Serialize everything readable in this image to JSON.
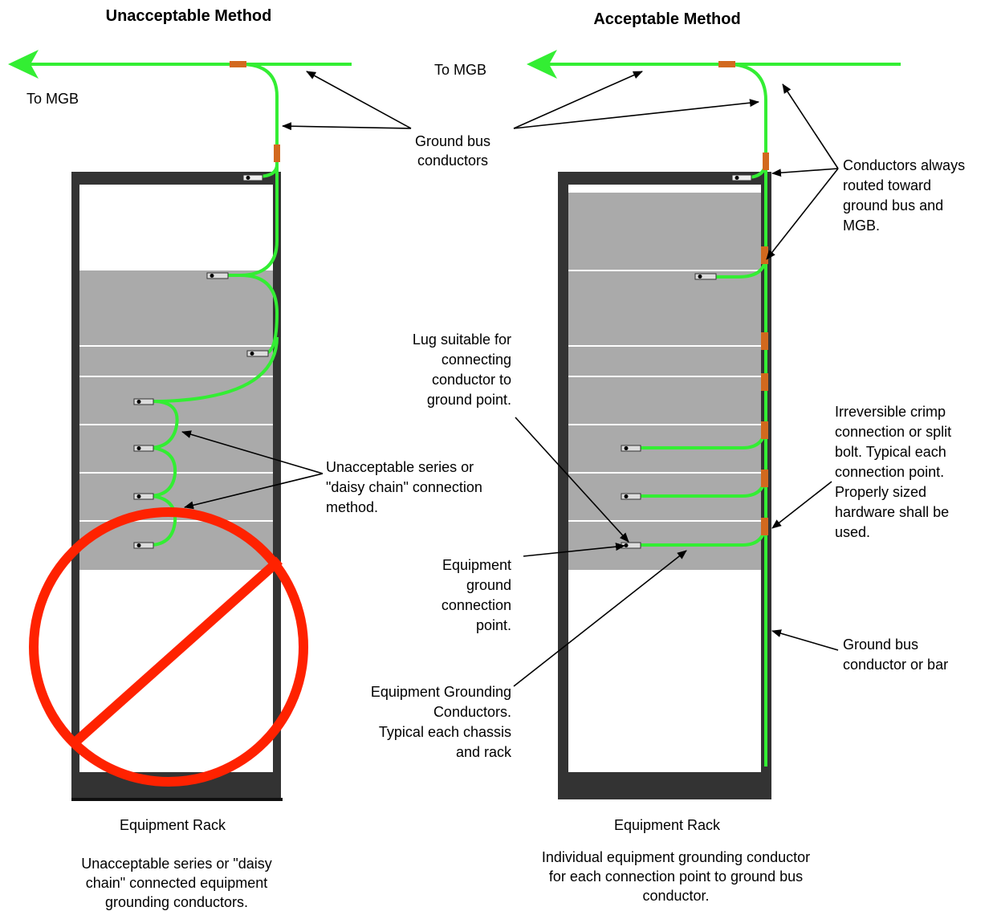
{
  "titles": {
    "left": "Unacceptable Method",
    "right": "Acceptable Method"
  },
  "left": {
    "to_mgb": "To MGB",
    "ground_bus_conductors": [
      "Ground bus",
      "conductors"
    ],
    "series_label": [
      "Unacceptable series or",
      "\"daisy chain\" connection",
      "method."
    ],
    "rack_label": "Equipment Rack",
    "caption": [
      "Unacceptable series or \"daisy",
      "chain\" connected equipment",
      "grounding conductors."
    ]
  },
  "right": {
    "to_mgb": "To MGB",
    "conductors_routed": [
      "Conductors always",
      "routed toward",
      "ground bus and",
      "MGB."
    ],
    "lug": [
      "Lug suitable for",
      "connecting",
      "conductor to",
      "ground point."
    ],
    "crimp": [
      "Irreversible crimp",
      "connection or split",
      "bolt.  Typical each",
      "connection point.",
      "Properly sized",
      "hardware shall be",
      "used."
    ],
    "equipment_point": [
      "Equipment",
      "ground",
      "connection",
      "point."
    ],
    "ground_bus_bar": [
      "Ground bus",
      "conductor or bar"
    ],
    "egc": [
      "Equipment Grounding",
      "Conductors.",
      "Typical each chassis",
      "and rack"
    ],
    "rack_label": "Equipment Rack",
    "caption": [
      "Individual equipment grounding conductor",
      "for each connection point  to ground bus",
      "conductor."
    ]
  },
  "colors": {
    "conductor": "#33ee33",
    "splice": "#d2691e",
    "rack_frame": "#333333",
    "equipment": "#aaaaaa",
    "prohibition": "#ff2200"
  },
  "icons": {
    "prohibited": "no-sign-icon",
    "direction": "arrow-left-icon"
  }
}
